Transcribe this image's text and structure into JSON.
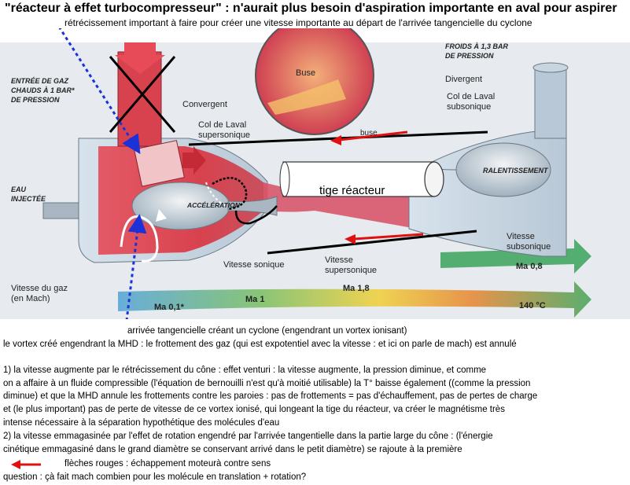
{
  "title": "\"réacteur à effet turbocompresseur\" : n'aurait plus besoin d'aspiration importante en aval pour aspirer",
  "subtitle": "rétrécissement important à faire pour créer une vitesse importante au départ de l'arrivée tangencielle du cyclone",
  "diagram": {
    "labels": {
      "entree_gaz": [
        "ENTRÉE DE GAZ",
        "CHAUDS À 1 BAR*",
        "DE PRESSION"
      ],
      "froids": [
        "FROIDS À 1,3 BAR",
        "DE PRESSION"
      ],
      "eau_injectee": [
        "EAU",
        "INJECTÉE"
      ],
      "convergent": "Convergent",
      "col_laval_supersonique": [
        "Col de Laval",
        "supersonique"
      ],
      "divergent": "Divergent",
      "col_laval_subsonique": [
        "Col de Laval",
        "subsonique"
      ],
      "buse": "Buse",
      "buse_small": "buse",
      "ralentissement": "RALENTISSEMENT",
      "acceleration": "ACCÉLÉRATION",
      "tige_reacteur": "tige réacteur",
      "vitesse_sonique": "Vitesse sonique",
      "vitesse_supersonique": [
        "Vitesse",
        "supersonique"
      ],
      "vitesse_subsonique": [
        "Vitesse",
        "subsonique"
      ],
      "vitesse_gaz": [
        "Vitesse du gaz",
        "(en Mach)"
      ],
      "ma_01": "Ma 0,1*",
      "ma_1": "Ma 1",
      "ma_18": "Ma 1,8",
      "ma_08": "Ma 0,8",
      "temp": "140 °C"
    },
    "colors": {
      "background": "#dfe5ea",
      "hot": "#d8424e",
      "cold": "#c9d6e2",
      "arrow_red": "#e01010",
      "dotted_blue": "#1a32d8",
      "arrow_green": "#3aa35a"
    }
  },
  "notes": {
    "arrivee": "arrivée tangencielle créant un cyclone (engendrant un vortex ionisant)",
    "vortex": "le vortex créé engendrant la MHD : le frottement des gaz (qui est expotentiel avec la vitesse : et ici on parle de mach) est annulé",
    "p1": [
      "1) la vitesse augmente par le rétrécissement du cône : effet venturi : la vitesse augmente, la pression diminue, et comme",
      "on a affaire à un fluide compressible (l'équation de bernouilli n'est qu'à moitié utilisable) la T° baisse également ((comme la pression",
      "diminue) et que la MHD annule les frottements contre les paroies : pas de frottements = pas d'échauffement, pas de pertes de charge",
      "et (le plus important) pas de perte de vitesse de ce vortex ionisé, qui longeant la tige du réacteur, va créer le magnétisme très",
      "intense nécessaire à la séparation hypothétique des molécules d'eau"
    ],
    "p2": [
      "2) la vitesse emmagasinée par l'effet de rotation engendré par l'arrivée tangentielle dans la partie large du cône : (l'énergie",
      "cinétique emmagasiné dans le grand diamètre se conservant arrivé dans le petit diamètre) se rajoute à la première"
    ],
    "fleches": "flèches rouges : échappement moteurà contre sens",
    "question": "question : çà fait mach combien pour les molécule en translation + rotation?"
  }
}
